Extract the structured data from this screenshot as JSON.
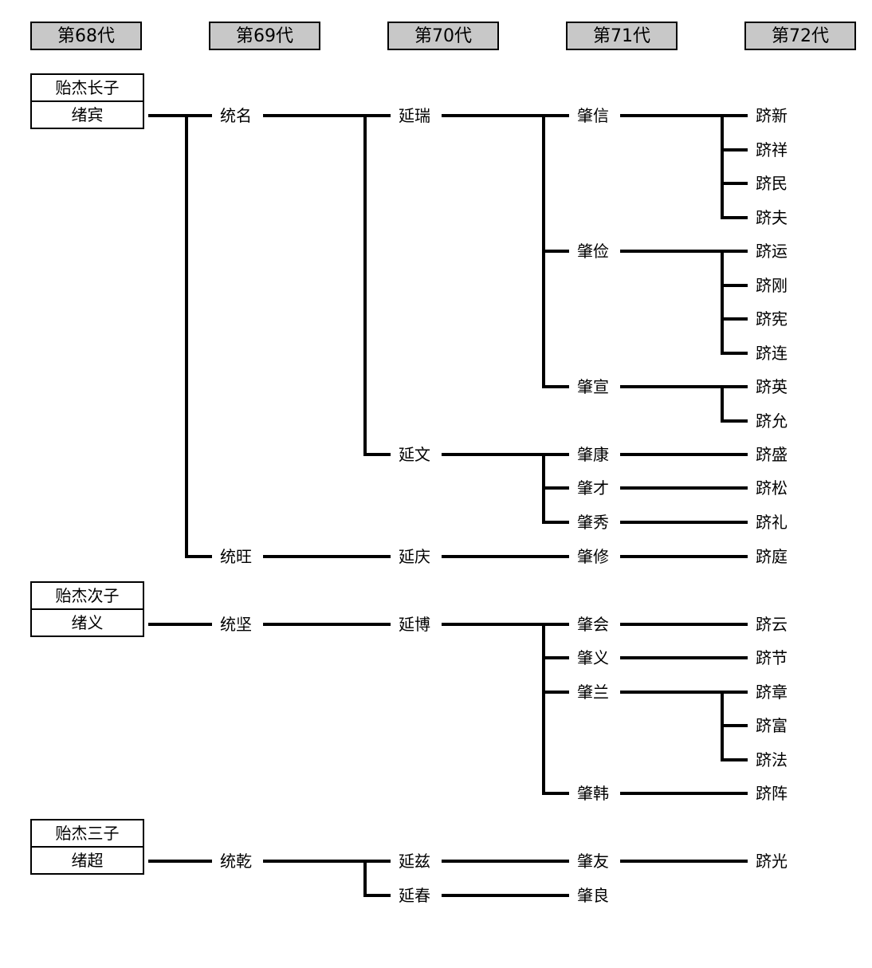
{
  "generations": [
    "第68代",
    "第69代",
    "第70代",
    "第71代",
    "第72代"
  ],
  "roots": [
    {
      "label": "贻杰长子",
      "name": "绪宾"
    },
    {
      "label": "贻杰次子",
      "name": "绪义"
    },
    {
      "label": "贻杰三子",
      "name": "绪超"
    }
  ],
  "gen69": [
    "统名",
    "统旺",
    "统坚",
    "统乾"
  ],
  "gen70": [
    "延瑞",
    "延文",
    "延庆",
    "延博",
    "延兹",
    "延春"
  ],
  "gen71": [
    "肇信",
    "肇俭",
    "肇宣",
    "肇康",
    "肇才",
    "肇秀",
    "肇修",
    "肇会",
    "肇义",
    "肇兰",
    "肇韩",
    "肇友",
    "肇良"
  ],
  "gen72": [
    "跻新",
    "跻祥",
    "跻民",
    "跻夫",
    "跻运",
    "跻刚",
    "跻宪",
    "跻连",
    "跻英",
    "跻允",
    "跻盛",
    "跻松",
    "跻礼",
    "跻庭",
    "跻云",
    "跻节",
    "跻章",
    "跻富",
    "跻法",
    "跻阵",
    "跻光"
  ]
}
